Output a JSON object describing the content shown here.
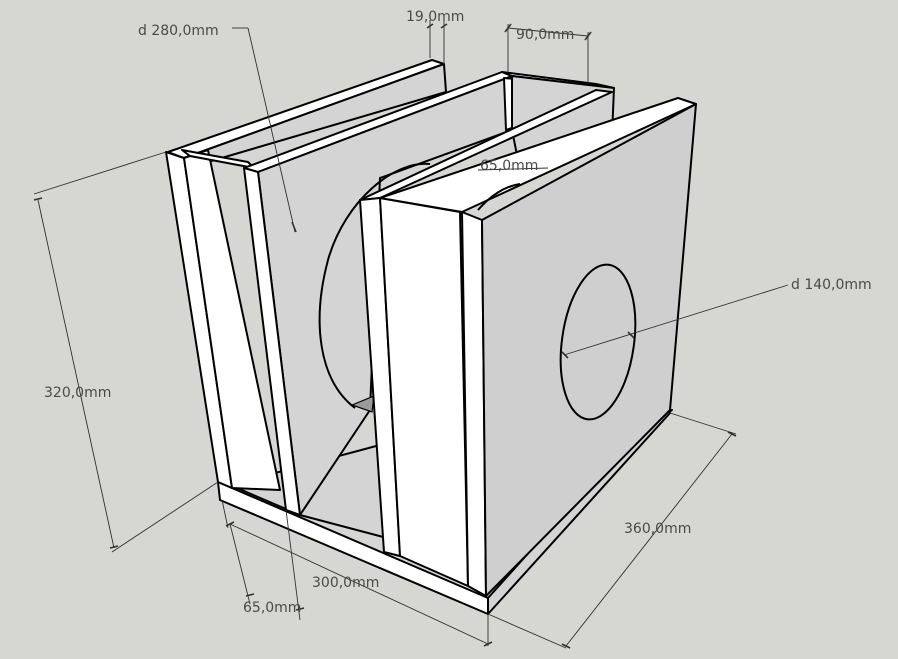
{
  "dimensions": {
    "woofer_diameter": "d 280,0mm",
    "panel_thickness": "19,0mm",
    "top_depth": "90,0mm",
    "inner_gap": "65,0mm",
    "port_diameter": "d 140,0mm",
    "height": "320,0mm",
    "width": "300,0mm",
    "depth": "360,0mm",
    "bottom_offset": "65,0mm"
  },
  "colors": {
    "background": "#d6d6d2",
    "face_light": "#ffffff",
    "face_mid": "#d4d4d4",
    "face_dark": "#9a9a9a",
    "dimension_text": "#4a4a4a"
  }
}
